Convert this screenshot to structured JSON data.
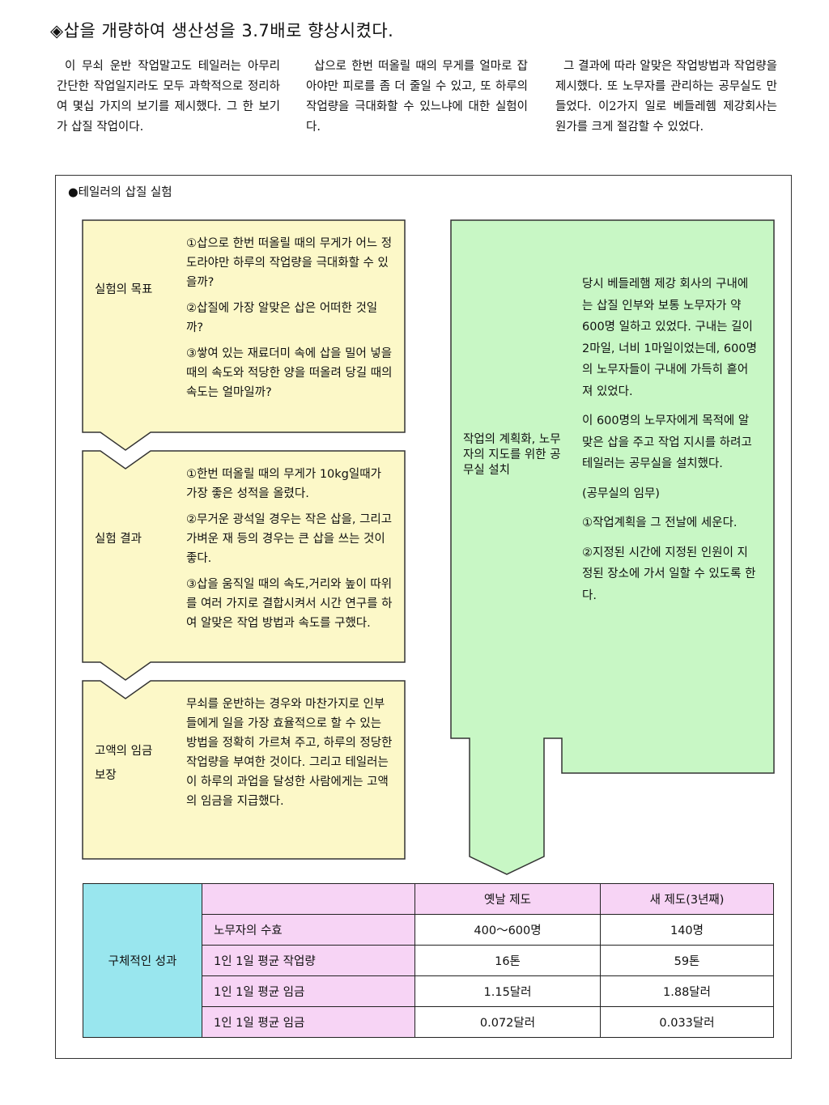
{
  "title": "◈삽을 개량하여 생산성을 3.7배로 향상시켰다.",
  "intro": [
    "이 무쇠 운반 작업말고도 테일러는 아무리 간단한 작업일지라도 모두 과학적으로 정리하여 몇십 가지의 보기를 제시했다. 그 한 보기가 삽질 작업이다.",
    "삽으로 한번 떠올릴 때의 무게를 얼마로 잡아야만 피로를 좀 더 줄일 수 있고, 또 하루의 작업량을 극대화할 수 있느냐에 대한 실험이다.",
    "그 결과에 따라 알맞은 작업방법과 작업량을 제시했다. 또 노무자를 관리하는 공무실도 만들었다. 이2가지 일로 베들레헴 제강회사는 원가를 크게 절감할 수 있었다."
  ],
  "experiment": {
    "heading": "●테일러의 삽질 실험",
    "steps": [
      {
        "label": "실험의 목표",
        "items": [
          "①삽으로 한번 떠올릴 때의 무게가 어느 정도라야만 하루의 작업량을 극대화할 수 있을까?",
          "②삽질에 가장 알맞은 삽은 어떠한 것일까?",
          "③쌓여 있는 재료더미 속에 삽을 밀어 넣을 때의 속도와 적당한 양을 떠올려 당길 때의 속도는 얼마일까?"
        ]
      },
      {
        "label": "실험 결과",
        "items": [
          "①한번 떠올릴 때의 무게가 10kg일때가 가장 좋은 성적을 올렸다.",
          "②무거운 광석일 경우는 작은 삽을, 그리고 가벼운 재 등의 경우는 큰 삽을 쓰는 것이 좋다.",
          "③삽을 움직일 때의 속도,거리와 높이 따위를 여러 가지로 결합시켜서 시간 연구를 하여 알맞은 작업 방법과 속도를 구했다."
        ]
      },
      {
        "label_line1": "고액의 임금",
        "label_line2": "보장",
        "items": [
          "무쇠를 운반하는 경우와 마찬가지로 인부들에게 일을 가장 효율적으로 할 수 있는 방법을 정확히 가르쳐 주고, 하루의 정당한 작업량을 부여한 것이다. 그리고 테일러는 이 하루의 과업을 달성한 사람에게는 고액의 임금을 지급했다."
        ]
      }
    ],
    "planning": {
      "label": "작업의 계획화, 노무자의 지도를 위한 공무실 설치",
      "paragraphs": [
        "당시 베들레햄 제강 회사의 구내에는 삽질 인부와 보통 노무자가 약 600명 일하고 있었다. 구내는 길이 2마일, 너비 1마일이었는데, 600명의 노무자들이 구내에 가득히 흩어져 있었다.",
        "이 600명의 노무자에게 목적에 알맞은 삽을 주고 작업 지시를 하려고 테일러는 공무실을 설치했다.",
        "(공무실의 임무)",
        "①작업계획을 그 전날에 세운다.",
        "②지정된 시간에 지정된 인원이 지정된 장소에 가서 일할 수 있도록 한다."
      ]
    }
  },
  "results": {
    "side_label": "구체적인 성과",
    "columns": [
      "옛날 제도",
      "새 제도(3년째)"
    ],
    "rows": [
      {
        "label": "노무자의 수효",
        "old": "400～600명",
        "new": "140명"
      },
      {
        "label": "1인 1일 평균 작업량",
        "old": "16톤",
        "new": "59톤"
      },
      {
        "label": "1인 1일 평균 임금",
        "old": "1.15달러",
        "new": "1.88달러"
      },
      {
        "label": "1인 1일 평균 임금",
        "old": "0.072달러",
        "new": "0.033달러"
      }
    ]
  },
  "colors": {
    "yellow_box": "#fcf8c8",
    "green_box": "#c8f7c5",
    "cyan_cell": "#99e6ee",
    "pink_cell": "#f7d4f5"
  }
}
